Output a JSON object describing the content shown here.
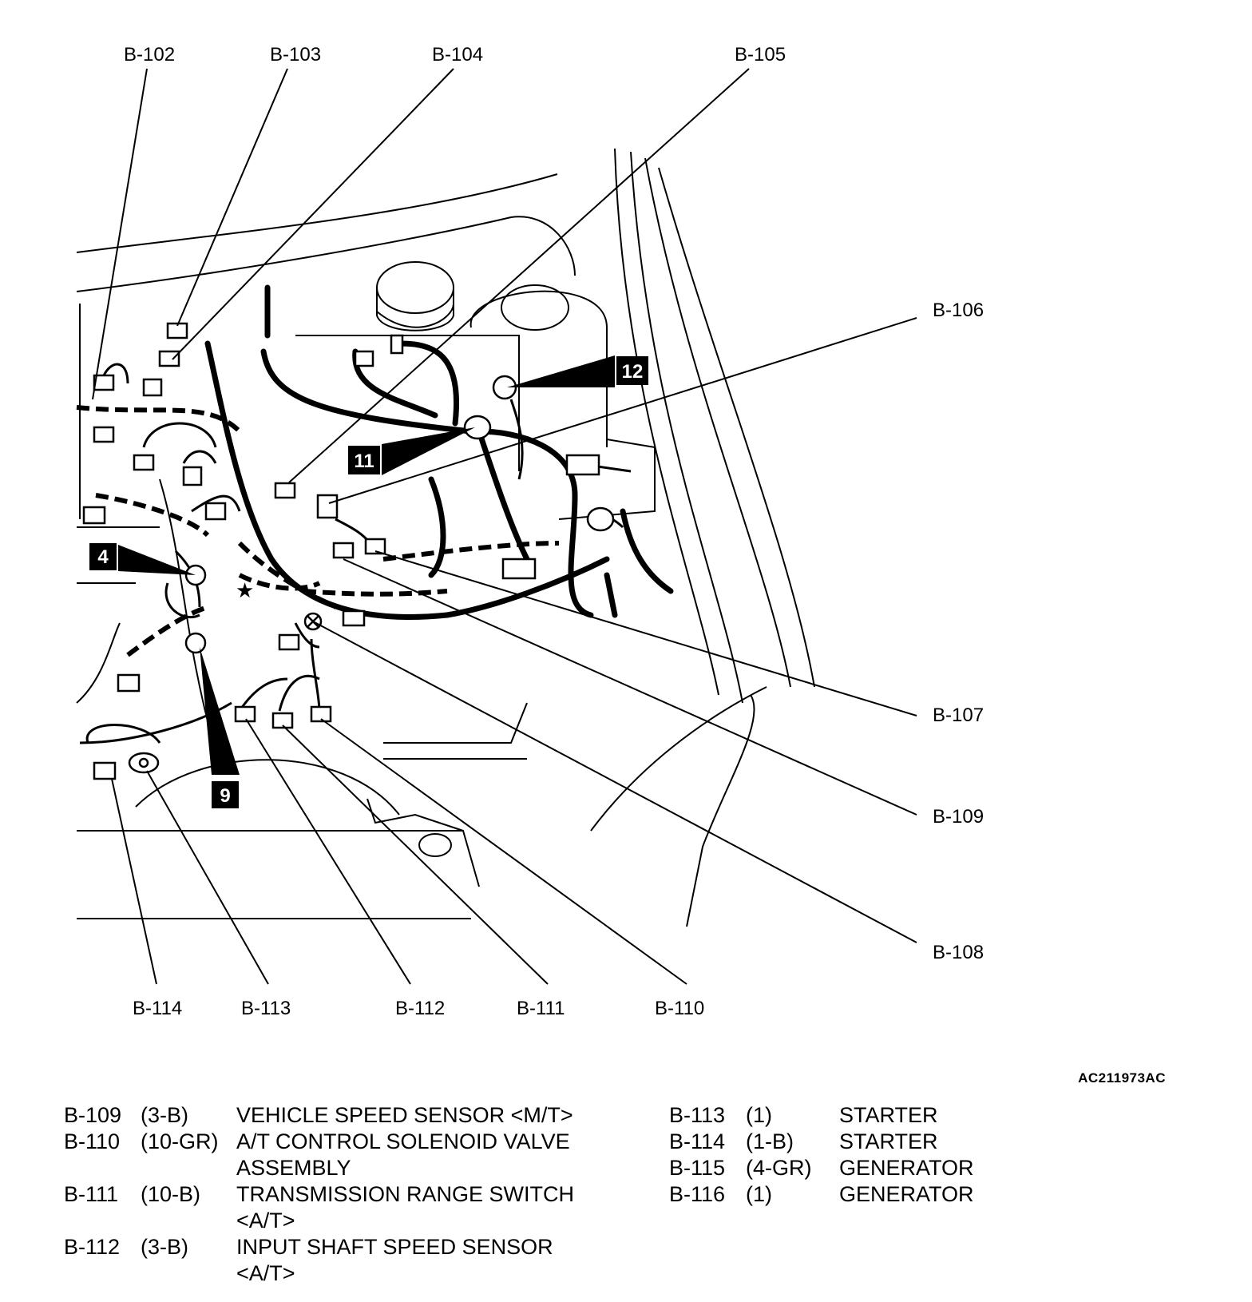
{
  "callouts": {
    "b102": "B-102",
    "b103": "B-103",
    "b104": "B-104",
    "b105": "B-105",
    "b106": "B-106",
    "b107": "B-107",
    "b108": "B-108",
    "b109": "B-109",
    "b110": "B-110",
    "b111": "B-111",
    "b112": "B-112",
    "b113": "B-113",
    "b114": "B-114"
  },
  "badges": {
    "n4": "4",
    "n9": "9",
    "n11": "11",
    "n12": "12"
  },
  "figure_id": "AC211973AC",
  "legend_left": [
    {
      "code": "B-109",
      "size": "(3-B)",
      "desc1": "VEHICLE SPEED SENSOR <M/T>",
      "desc2": ""
    },
    {
      "code": "B-110",
      "size": "(10-GR)",
      "desc1": "A/T CONTROL SOLENOID VALVE",
      "desc2": "ASSEMBLY"
    },
    {
      "code": "B-111",
      "size": "(10-B)",
      "desc1": "TRANSMISSION RANGE SWITCH",
      "desc2": "<A/T>"
    },
    {
      "code": "B-112",
      "size": "(3-B)",
      "desc1": "INPUT SHAFT SPEED SENSOR",
      "desc2": "<A/T>"
    }
  ],
  "legend_right": [
    {
      "code": "B-113",
      "size": "(1)",
      "desc": "STARTER"
    },
    {
      "code": "B-114",
      "size": "(1-B)",
      "desc": "STARTER"
    },
    {
      "code": "B-115",
      "size": "(4-GR)",
      "desc": "GENERATOR"
    },
    {
      "code": "B-116",
      "size": "(1)",
      "desc": "GENERATOR"
    }
  ]
}
